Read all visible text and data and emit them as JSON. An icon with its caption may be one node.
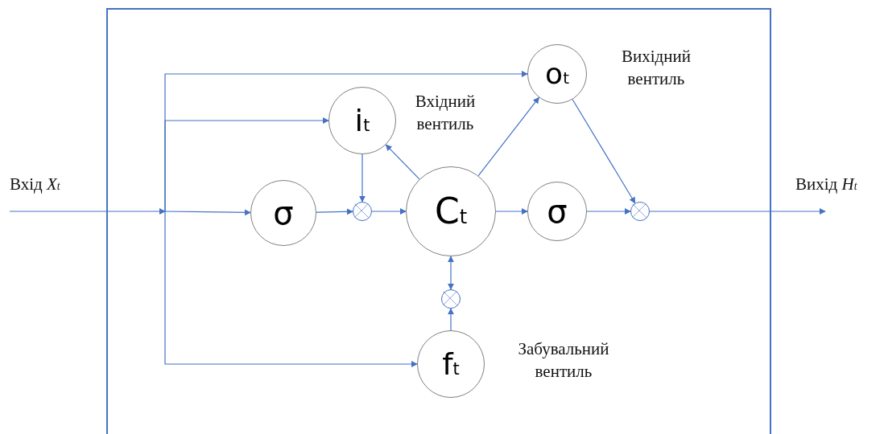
{
  "diagram": {
    "nodes": [
      {
        "text": [],
        "shape": "box"
      },
      {
        "text": [
          "i$_{t}$"
        ],
        "in": 0,
        "beside": [
          "Вхідний вентиль"
        ]
      },
      {
        "text": [
          "o$_{t}$"
        ],
        "in": 0,
        "beside": [
          "Вихідний вентиль"
        ]
      },
      {
        "text": [
          "σ"
        ],
        "in": 0
      },
      {
        "text": [],
        "shape": "circle",
        "in": 0
      },
      {
        "text": [
          "C$_{t}$"
        ],
        "in": 0
      },
      {
        "text": [
          "σ"
        ],
        "in": 0
      },
      {
        "text": [],
        "shape": "circle",
        "in": 0
      },
      {
        "text": [],
        "shape": "circle",
        "in": 0
      },
      {
        "text": [
          "f$_{t}$"
        ],
        "in": 0,
        "beside": [
          "Забувальний вентиль"
        ]
      }
    ],
    "edges": [
      {
        "from": null,
        "to": 3,
        "arrow": "to"
      },
      {
        "from": null,
        "to": 1,
        "arrow": "to"
      },
      {
        "from": null,
        "to": 2,
        "arrow": "to"
      },
      {
        "from": null,
        "to": 9,
        "arrow": "to"
      },
      {
        "from": 3,
        "to": 4,
        "arrow": "to"
      },
      {
        "from": 1,
        "to": 4,
        "arrow": "to"
      },
      {
        "from": 4,
        "to": 5,
        "arrow": "to"
      },
      {
        "from": 5,
        "to": 1,
        "arrow": "to"
      },
      {
        "from": 5,
        "to": 2,
        "arrow": "to"
      },
      {
        "from": 5,
        "to": 6,
        "arrow": "to"
      },
      {
        "from": 6,
        "to": 7,
        "arrow": "to"
      },
      {
        "from": 2,
        "to": 7,
        "arrow": "to"
      },
      {
        "from": 9,
        "to": 8,
        "arrow": "to"
      },
      {
        "from": 8,
        "to": 5,
        "arrow": "both"
      },
      {
        "from": 7,
        "to": null,
        "arrow": "to"
      }
    ],
    "labels": [
      "Вхід *X$_{t}$*",
      "Вихід *H$_{t}$*"
    ]
  }
}
